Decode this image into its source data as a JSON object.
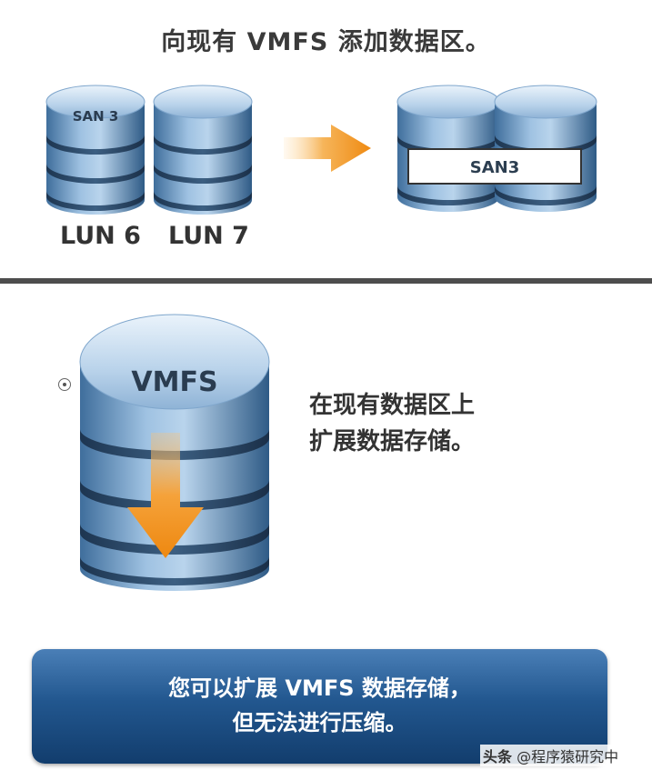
{
  "title": "向现有 VMFS 添加数据区。",
  "top_left": {
    "disk1_label": "SAN 3",
    "lun_labels": [
      "LUN 6",
      "LUN 7"
    ]
  },
  "top_right": {
    "merged_label": "SAN3"
  },
  "bottom_disk_label": "VMFS",
  "side_text": [
    "在现有数据区上",
    "扩展数据存储。"
  ],
  "banner_lines": [
    "您可以扩展 VMFS 数据存储，",
    "但无法进行压缩。"
  ],
  "watermark": {
    "brand": "头条",
    "handle": "@程序猿研究中"
  },
  "colors": {
    "disk_blue": "#6f9cc8",
    "arrow_orange": "#f39a1e",
    "banner_blue": "#22578f",
    "divider": "#4d4d4d"
  }
}
